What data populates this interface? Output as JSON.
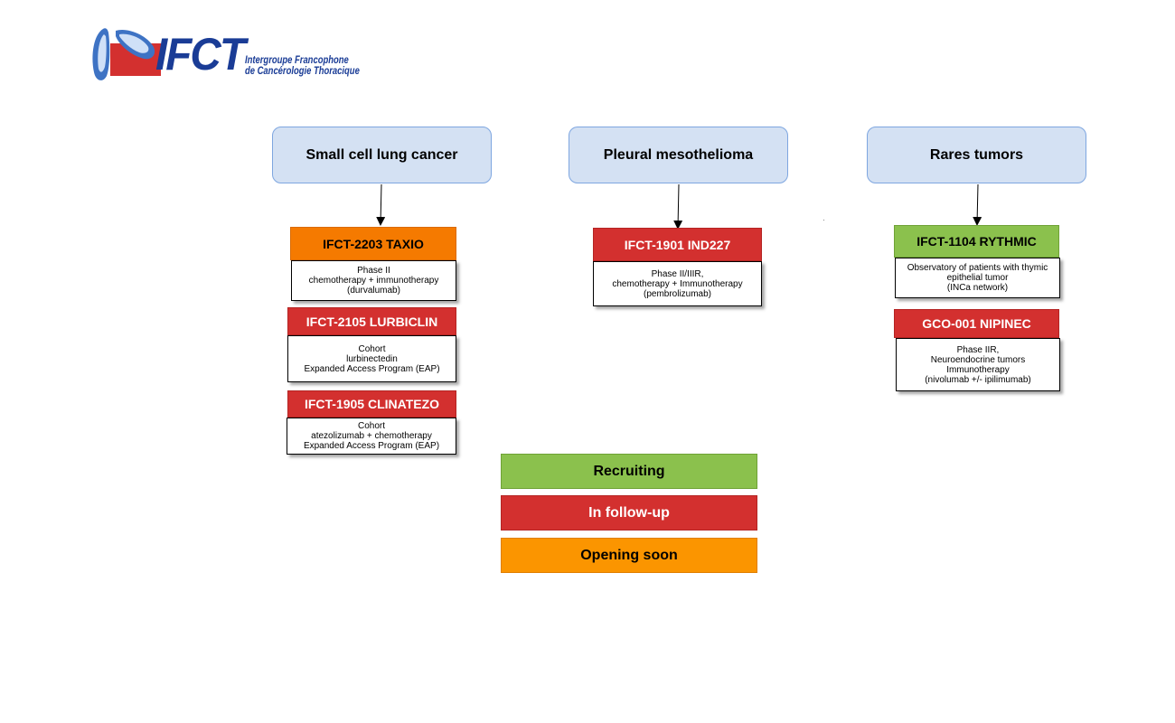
{
  "logo": {
    "name": "IFCT",
    "subtitle_line1": "Intergroupe Francophone",
    "subtitle_line2": "de Cancérologie Thoracique",
    "colors": {
      "blue": "#1a3c96",
      "red": "#d3302f",
      "lung_light": "#cfe0f7"
    }
  },
  "categories": [
    {
      "label": "Small cell lung cancer"
    },
    {
      "label": "Pleural mesothelioma"
    },
    {
      "label": "Rares tumors"
    }
  ],
  "trials": {
    "taxio": {
      "title": "IFCT-2203 TAXIO",
      "status": "opening-soon",
      "lines": [
        "Phase II",
        "chemotherapy + immunotherapy",
        "(durvalumab)"
      ]
    },
    "lurbiclin": {
      "title": "IFCT-2105 LURBICLIN",
      "status": "in-follow-up",
      "lines": [
        "Cohort",
        "lurbinectedin",
        "Expanded Access Program (EAP)"
      ]
    },
    "clinatezo": {
      "title": "IFCT-1905 CLINATEZO",
      "status": "in-follow-up",
      "lines": [
        "Cohort",
        "atezolizumab + chemotherapy",
        "Expanded Access Program (EAP)"
      ]
    },
    "ind227": {
      "title": "IFCT-1901 IND227",
      "status": "in-follow-up",
      "lines": [
        "Phase II/IIIR,",
        "chemotherapy + Immunotherapy",
        "(pembrolizumab)"
      ]
    },
    "rythmic": {
      "title": "IFCT-1104 RYTHMIC",
      "status": "recruiting",
      "lines": [
        "Observatory of patients with thymic",
        "epithelial tumor",
        "(INCa network)"
      ]
    },
    "nipinec": {
      "title": "GCO-001 NIPINEC",
      "status": "in-follow-up",
      "lines": [
        "Phase IIR,",
        "Neuroendocrine tumors",
        "Immunotherapy",
        "(nivolumab +/- ipilimumab)"
      ]
    }
  },
  "legend": {
    "recruiting": "Recruiting",
    "follow_up": "In follow-up",
    "opening_soon": "Opening soon"
  },
  "colors": {
    "recruiting": "#8bc14d",
    "follow_up": "#d3302f",
    "opening_soon": "#fb9500",
    "category_fill": "#d4e1f3",
    "category_border": "#7ea6e0"
  }
}
